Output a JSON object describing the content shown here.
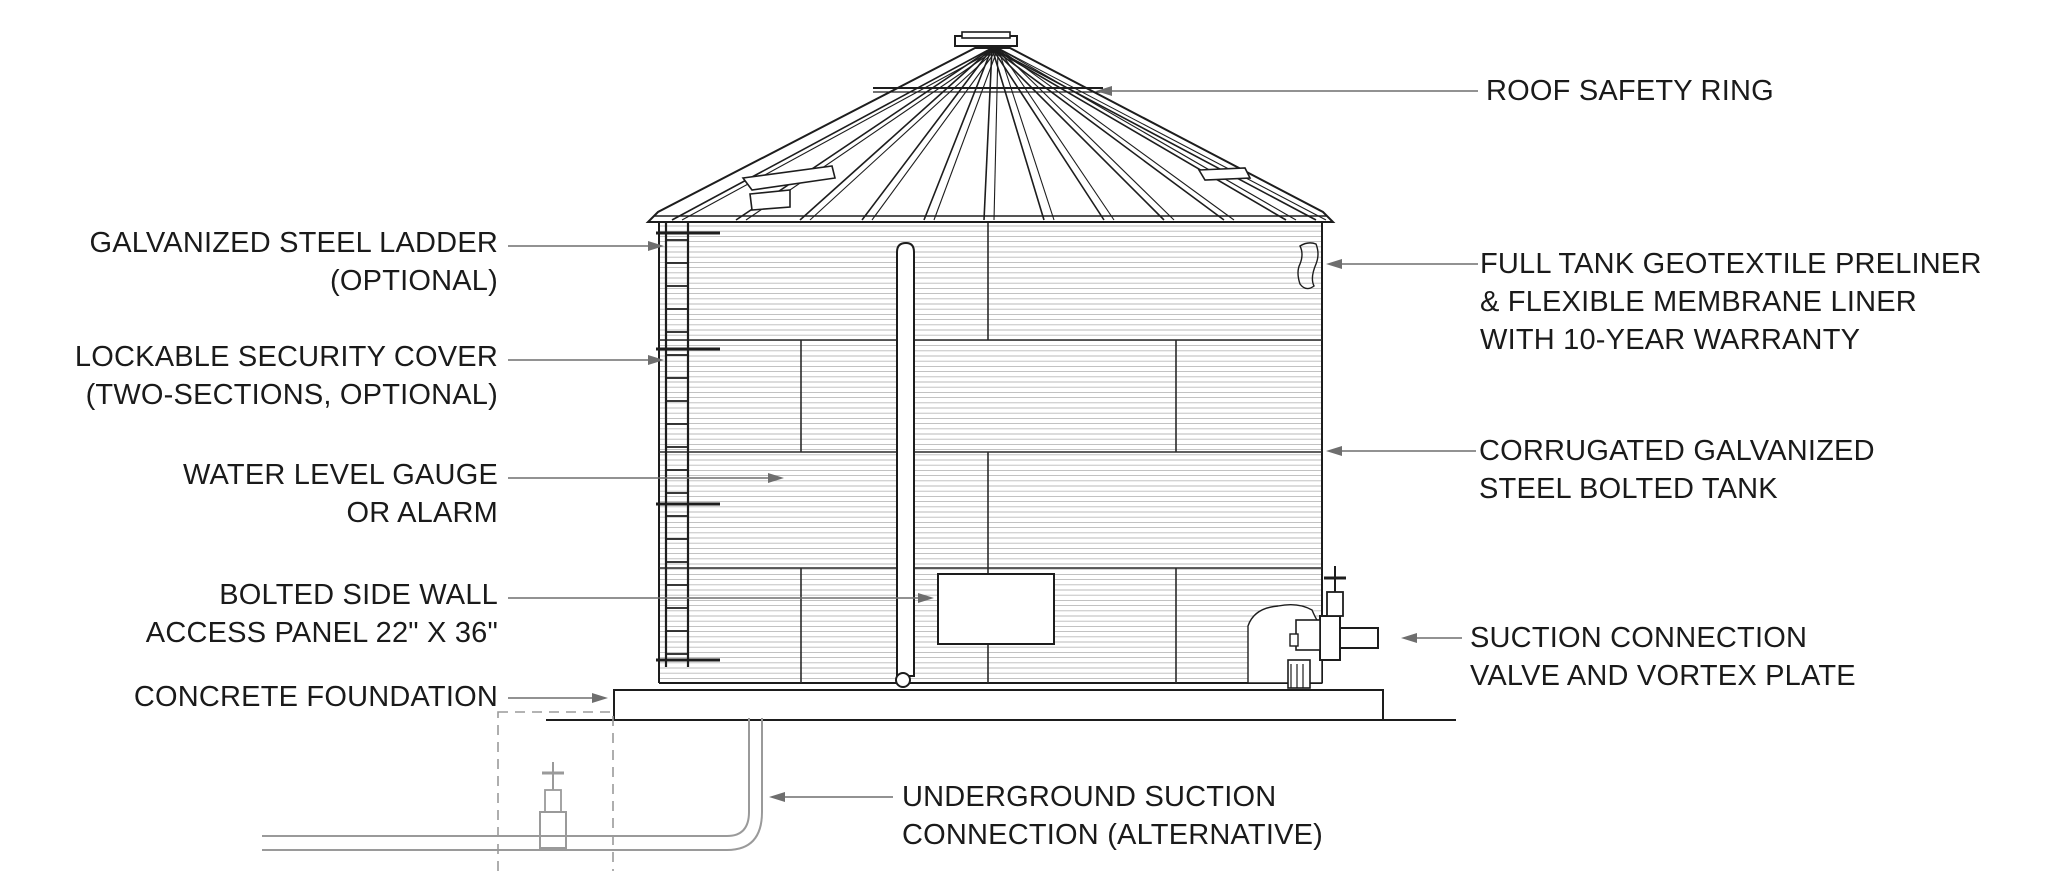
{
  "labels": {
    "roof_safety_ring": [
      "ROOF SAFETY RING"
    ],
    "ladder": [
      "GALVANIZED STEEL LADDER",
      "(OPTIONAL)"
    ],
    "security_cover": [
      "LOCKABLE SECURITY COVER",
      "(TWO-SECTIONS, OPTIONAL)"
    ],
    "level_gauge": [
      "WATER LEVEL GAUGE",
      "OR ALARM"
    ],
    "access_panel": [
      "BOLTED SIDE WALL",
      "ACCESS PANEL 22\" X 36\""
    ],
    "foundation": [
      "CONCRETE FOUNDATION"
    ],
    "liner": [
      "FULL TANK GEOTEXTILE PRELINER",
      "& FLEXIBLE MEMBRANE LINER",
      "WITH 10-YEAR WARRANTY"
    ],
    "tank": [
      "CORRUGATED GALVANIZED",
      "STEEL BOLTED TANK"
    ],
    "suction": [
      "SUCTION CONNECTION",
      "VALVE AND VORTEX PLATE"
    ],
    "underground": [
      "UNDERGROUND SUCTION",
      "CONNECTION (ALTERNATIVE)"
    ]
  }
}
